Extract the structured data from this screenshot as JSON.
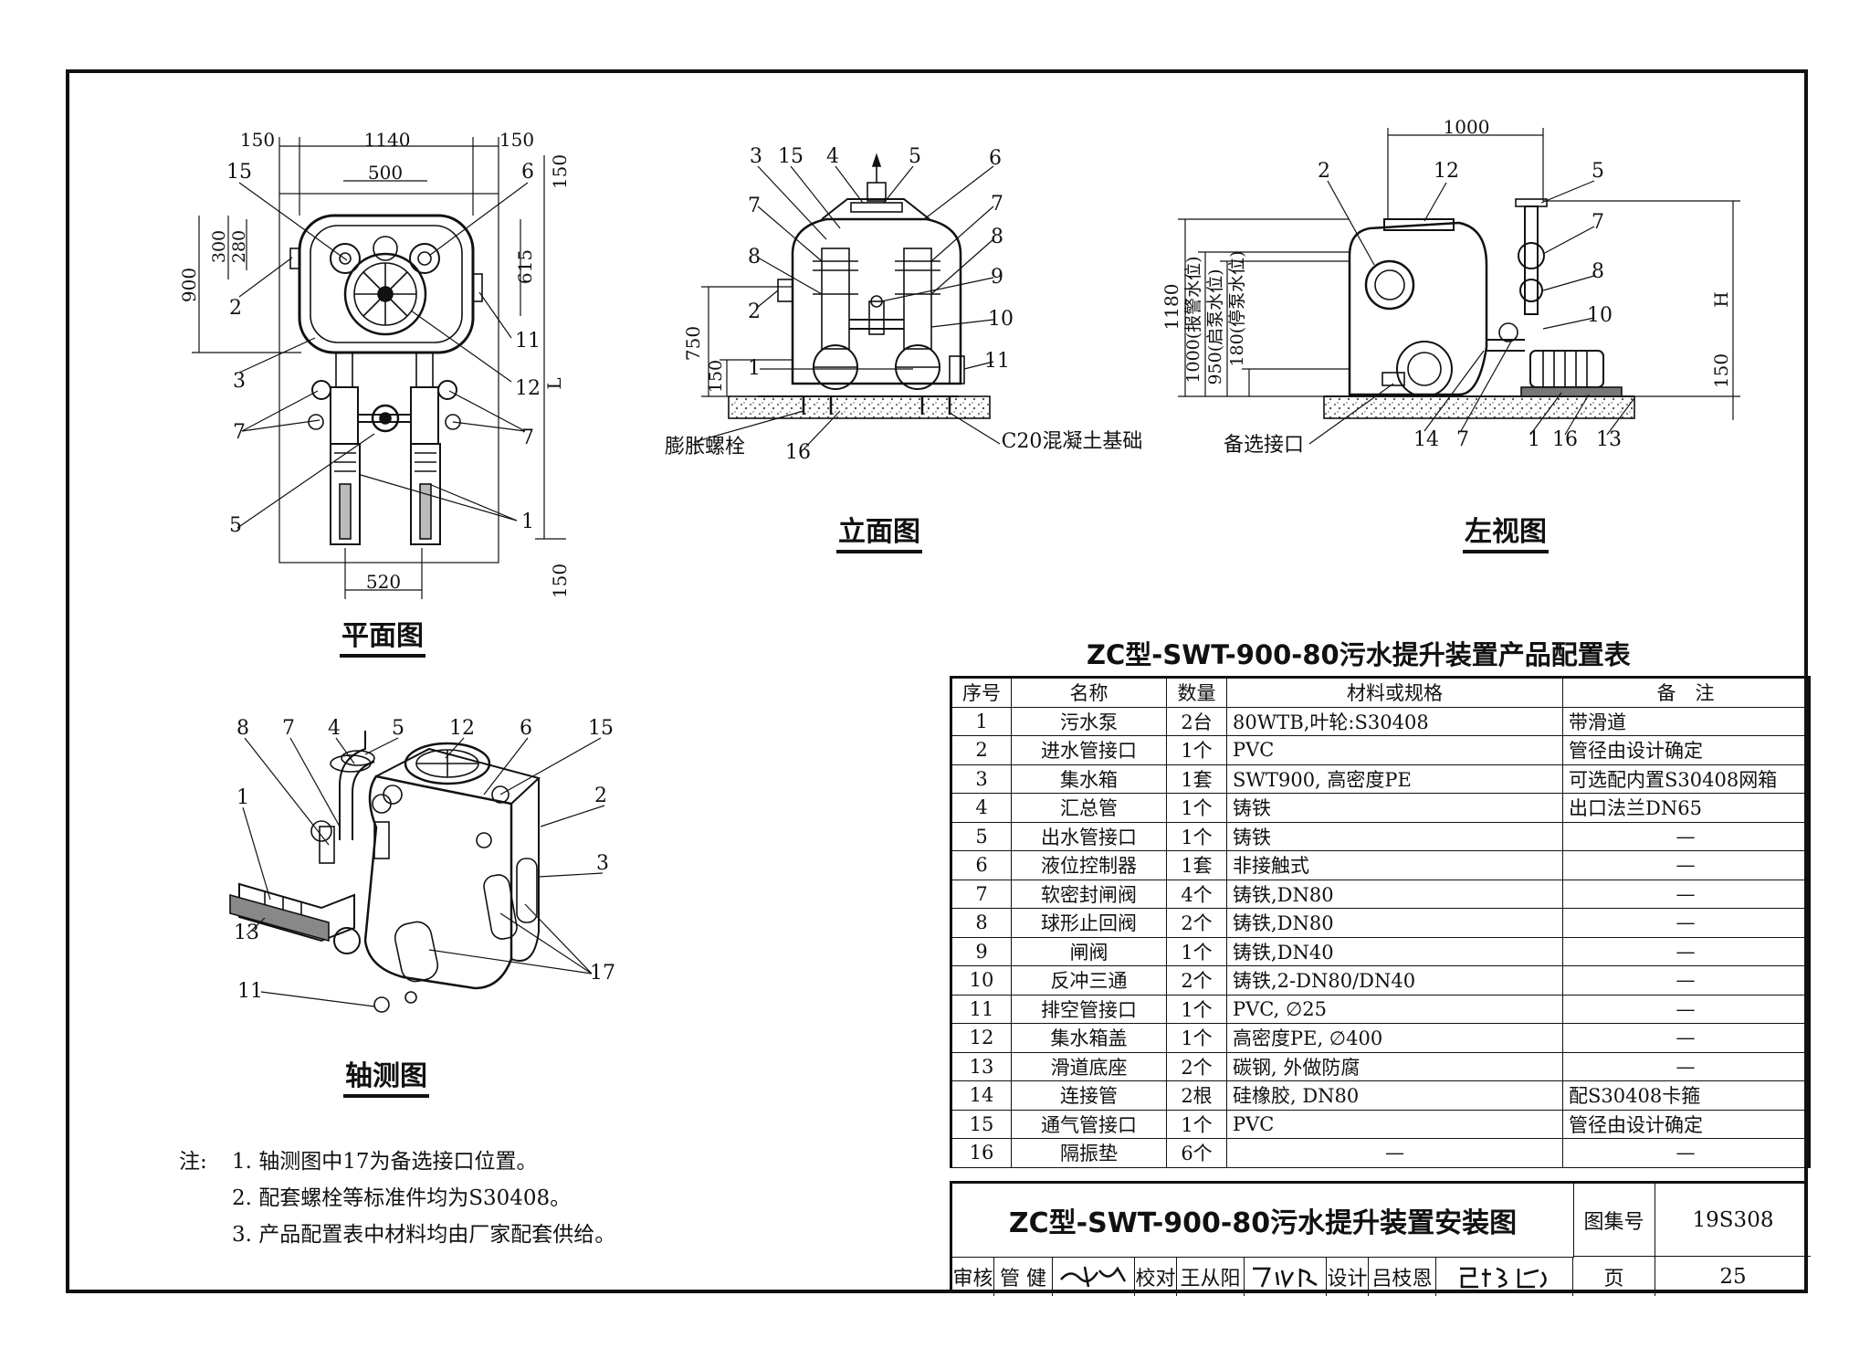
{
  "views": {
    "plan_title": "平面图",
    "elevation_title": "立面图",
    "left_view_title": "左视图",
    "axo_title": "轴测图"
  },
  "plan": {
    "dims": [
      "150",
      "1140",
      "150",
      "500",
      "300",
      "280",
      "900",
      "615",
      "520",
      "150",
      "150"
    ],
    "l_label": "L",
    "callouts": [
      "15",
      "6",
      "2",
      "11",
      "3",
      "12",
      "7",
      "7",
      "5",
      "1"
    ]
  },
  "elevation": {
    "dims": [
      "750",
      "150"
    ],
    "callouts": [
      "3",
      "15",
      "4",
      "5",
      "6",
      "7",
      "7",
      "8",
      "8",
      "9",
      "2",
      "10",
      "1",
      "11",
      "16"
    ],
    "label_bolt": "膨胀螺栓",
    "label_concrete": "C20混凝土基础"
  },
  "left_view": {
    "dims": [
      "1000",
      "1180",
      "150"
    ],
    "level_labels": [
      "1000(报警水位)",
      "950(启泵水位)",
      "180(停泵水位)"
    ],
    "h_label": "H",
    "callouts": [
      "2",
      "12",
      "5",
      "7",
      "8",
      "10",
      "14",
      "7",
      "1",
      "16",
      "13"
    ],
    "label_port": "备选接口"
  },
  "axo": {
    "callouts": [
      "8",
      "7",
      "4",
      "5",
      "12",
      "6",
      "15",
      "1",
      "2",
      "3",
      "13",
      "11",
      "17"
    ]
  },
  "config_table": {
    "title": "ZC型-SWT-900-80污水提升装置产品配置表",
    "headers": [
      "序号",
      "名称",
      "数量",
      "材料或规格",
      "备　注"
    ],
    "rows": [
      [
        "1",
        "污水泵",
        "2台",
        "80WTB,叶轮:S30408",
        "带滑道"
      ],
      [
        "2",
        "进水管接口",
        "1个",
        "PVC",
        "管径由设计确定"
      ],
      [
        "3",
        "集水箱",
        "1套",
        "SWT900, 高密度PE",
        "可选配内置S30408网箱"
      ],
      [
        "4",
        "汇总管",
        "1个",
        "铸铁",
        "出口法兰DN65"
      ],
      [
        "5",
        "出水管接口",
        "1个",
        "铸铁",
        "—"
      ],
      [
        "6",
        "液位控制器",
        "1套",
        "非接触式",
        "—"
      ],
      [
        "7",
        "软密封闸阀",
        "4个",
        "铸铁,DN80",
        "—"
      ],
      [
        "8",
        "球形止回阀",
        "2个",
        "铸铁,DN80",
        "—"
      ],
      [
        "9",
        "闸阀",
        "1个",
        "铸铁,DN40",
        "—"
      ],
      [
        "10",
        "反冲三通",
        "2个",
        "铸铁,2-DN80/DN40",
        "—"
      ],
      [
        "11",
        "排空管接口",
        "1个",
        "PVC, ∅25",
        "—"
      ],
      [
        "12",
        "集水箱盖",
        "1个",
        "高密度PE, ∅400",
        "—"
      ],
      [
        "13",
        "滑道底座",
        "2个",
        "碳钢, 外做防腐",
        "—"
      ],
      [
        "14",
        "连接管",
        "2根",
        "硅橡胶, DN80",
        "配S30408卡箍"
      ],
      [
        "15",
        "通气管接口",
        "1个",
        "PVC",
        "管径由设计确定"
      ],
      [
        "16",
        "隔振垫",
        "6个",
        "—",
        "—"
      ]
    ]
  },
  "title_block": {
    "drawing_title": "ZC型-SWT-900-80污水提升装置安装图",
    "atlas_label": "图集号",
    "atlas_no": "19S308",
    "review_label": "审核",
    "reviewer": "管 健",
    "check_label": "校对",
    "checker": "王从阳",
    "design_label": "设计",
    "designer": "吕枝恩",
    "page_label": "页",
    "page_no": "25"
  },
  "notes": {
    "lead": "注:",
    "items": [
      "1. 轴测图中17为备选接口位置。",
      "2. 配套螺栓等标准件均为S30408。",
      "3. 产品配置表中材料均由厂家配套供给。"
    ]
  }
}
